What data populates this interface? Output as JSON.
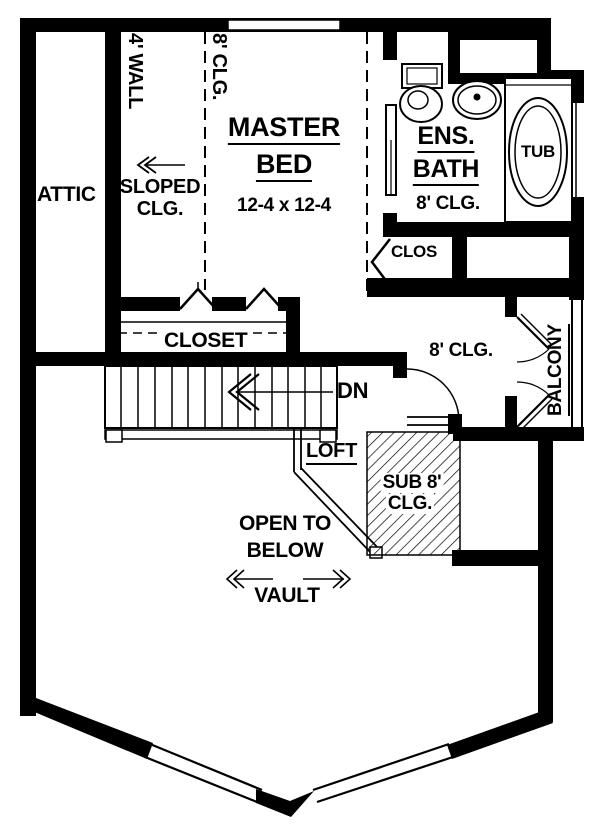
{
  "plan": {
    "title_hint": "upper floor plan",
    "colors": {
      "wall": "#000000",
      "floor": "#ffffff",
      "text": "#000000"
    },
    "rooms": {
      "attic": "ATTIC",
      "master_bed": {
        "line1": "MASTER",
        "line2": "BED",
        "dims": "12-4 x 12-4"
      },
      "ens_bath": {
        "line1": "ENS.",
        "line2": "BATH",
        "ceiling": "8' CLG."
      },
      "tub": "TUB",
      "clos": "CLOS",
      "balcony": "BALCONY",
      "closet": "CLOSET",
      "loft": "LOFT",
      "loft_ceiling": "8' CLG.",
      "sub_ceiling": {
        "line1": "SUB 8'",
        "line2": "CLG."
      },
      "open_below": {
        "line1": "OPEN TO",
        "line2": "BELOW"
      },
      "vault": "VAULT",
      "down": "DN"
    },
    "annotations": {
      "wall4": "4' WALL",
      "clg8_master": "8' CLG.",
      "sloped": {
        "line1": "SLOPED",
        "line2": "CLG."
      }
    }
  }
}
